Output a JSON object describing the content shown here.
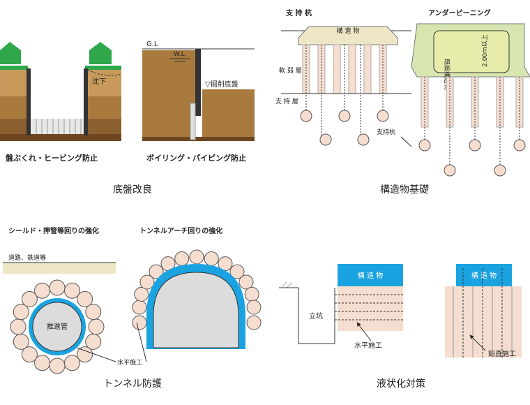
{
  "panels": {
    "ground_improvement": {
      "caption": "底盤改良",
      "left_label": "盤ぶくれ・ヒービング防止",
      "right_label": "ボイリング・パイピング防止",
      "settlement": "沈下",
      "gl": "G.L",
      "wl": "W.L",
      "excavation_bottom": "▽掘削底盤"
    },
    "structure_foundation": {
      "caption": "構造物基礎",
      "bearing_pile_title": "支 持 杭",
      "underpinning_title": "アンダーピーニング",
      "structure": "構 造 物",
      "soft_layer": "軟 弱 層",
      "support_layer": "支 持 層",
      "existing_structure": "既設構造物",
      "depth": "2.00m以上",
      "support_pile": "支持杭"
    },
    "tunnel_protection": {
      "caption": "トンネル防護",
      "shield_title": "シールド・押管等回りの強化",
      "arch_title": "トンネルアーチ回りの強化",
      "road_rail": "道路、鉄道等",
      "jacking_pipe": "推進管",
      "horizontal_work": "水平施工"
    },
    "liquefaction": {
      "caption": "液状化対策",
      "structure_a": "構 造 物",
      "structure_b": "構 造 物",
      "shaft": "立坑",
      "horizontal_work": "水平施工",
      "vertical_work": "鉛直施工"
    }
  },
  "colors": {
    "soil_light": "#c79a5c",
    "soil_mid": "#a87a3e",
    "soil_dark": "#8c6030",
    "soil_deep": "#6e4722",
    "house_green": "#2ea84a",
    "structure_blue": "#1aa3e0",
    "structure_tan": "#ede7c7",
    "pile_pink": "#f5ddd0",
    "underpin_green": "#d7e6b0",
    "column_white": "#e8e8e8"
  }
}
